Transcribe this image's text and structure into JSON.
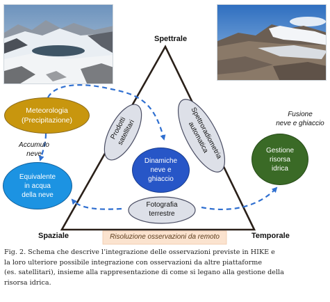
{
  "corners": {
    "top": "Spettrale",
    "left": "Spaziale",
    "right": "Temporale"
  },
  "bottom_label": "Risoluzione osservazioni da remoto",
  "side_labels": {
    "left": [
      "Accumulo",
      "neve"
    ],
    "right": [
      "Fusione",
      "neve e ghiaccio"
    ]
  },
  "nodes": {
    "meteorologia": [
      "Meteorologia",
      "(Precipitazione)"
    ],
    "equivalente": [
      "Equivalente",
      "in acqua",
      "della neve"
    ],
    "gestione": [
      "Gestione",
      "risorsa",
      "idrica"
    ],
    "dinamiche": [
      "Dinamiche",
      "neve e",
      "ghiaccio"
    ],
    "prodotti": [
      "Prodotti",
      "satellitari"
    ],
    "spettro": [
      "Spettroradiometria",
      "automatica"
    ],
    "fotografia": [
      "Fotografia",
      "terrestre"
    ]
  },
  "caption": [
    "Fig. 2. Schema che descrive l’integrazione delle osservazioni previste in HIKE e",
    "la loro ulteriore possibile integrazione con osservazioni da altre piattaforme",
    "(es. satellitari), insieme alla rappresentazione di come si legano alla gestione della",
    "risorsa idrica."
  ],
  "colors": {
    "meteorologia": "#c8960e",
    "equivalente": "#1c93e2",
    "gestione": "#3a6a26",
    "dinamiche": "#2756c7",
    "grey_nodes": "#dde0e8",
    "arrows": "#2f6fd0",
    "bottom_box": "#fbe3cf"
  },
  "photos": {
    "left": "mountain-lake-photo",
    "right": "glacier-photo"
  }
}
